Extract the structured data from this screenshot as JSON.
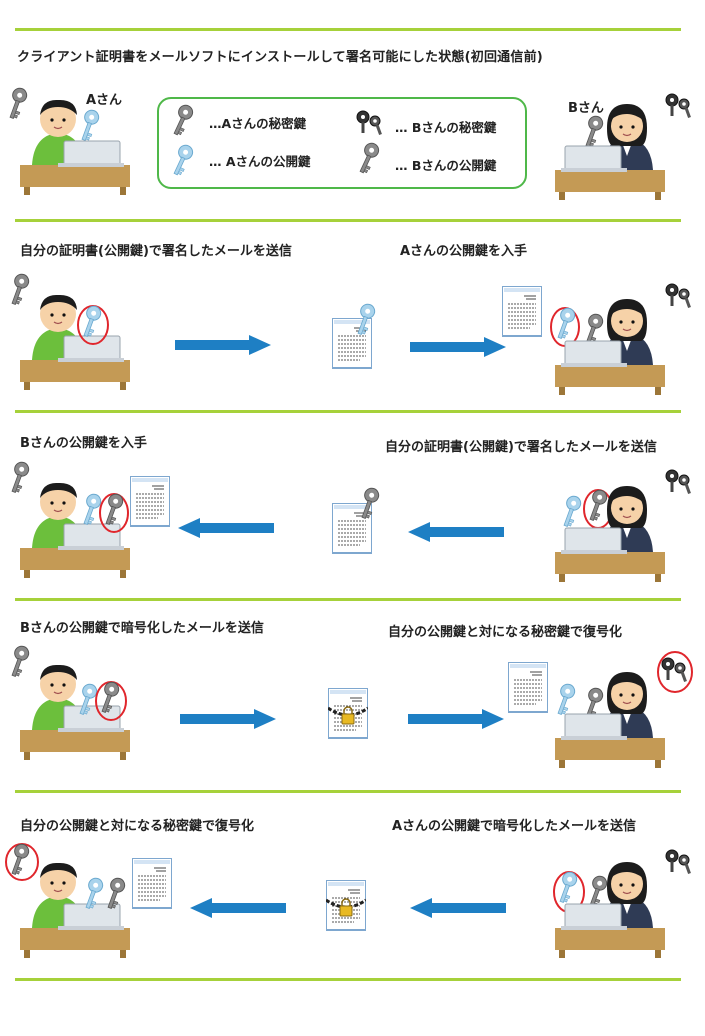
{
  "header_title": "クライアント証明書をメールソフトにインストールして署名可能にした状態(初回通信前)",
  "person_a_label": "Aさん",
  "person_b_label": "Bさん",
  "legend": {
    "a_private": "…Aさんの秘密鍵",
    "a_public": "… Aさんの公開鍵",
    "b_private": "… Bさんの秘密鍵",
    "b_public": "… Bさんの公開鍵"
  },
  "steps": [
    {
      "left": "自分の証明書(公開鍵)で署名したメールを送信",
      "right": "Aさんの公開鍵を入手"
    },
    {
      "left": "Bさんの公開鍵を入手",
      "right": "自分の証明書(公開鍵)で署名したメールを送信"
    },
    {
      "left": "Bさんの公開鍵で暗号化したメールを送信",
      "right": "自分の公開鍵と対になる秘密鍵で復号化"
    },
    {
      "left": "自分の公開鍵と対になる秘密鍵で復号化",
      "right": "Aさんの公開鍵で暗号化したメールを送信"
    }
  ],
  "colors": {
    "divider": "#a6d13a",
    "legend_border": "#4fb849",
    "arrow": "#1e7fc4",
    "highlight_circle": "#e0262c",
    "a_shirt": "#6cbf3c",
    "b_jacket": "#2f3b55",
    "desk": "#c49a55",
    "key_light_blue": "#a9d3ec",
    "key_gray": "#8a8a8a",
    "lock_gold": "#e8b923"
  },
  "icons": [
    "key-icon",
    "document-icon",
    "laptop-icon",
    "arrow-icon",
    "padlock-icon",
    "chain-icon"
  ]
}
